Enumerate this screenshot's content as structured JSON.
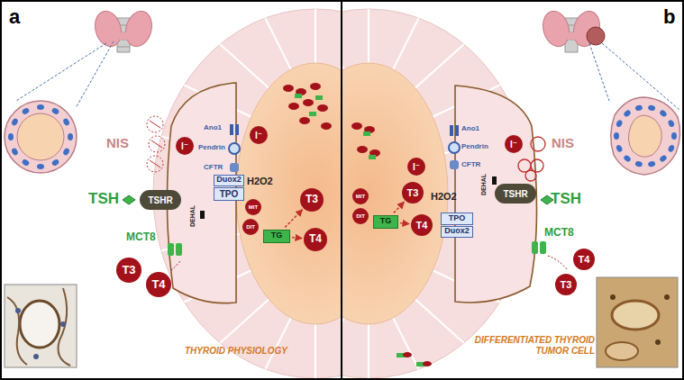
{
  "diagram": {
    "nodes": [
      {
        "text": [
          "TSHR"
        ]
      },
      {
        "text": [
          "Duox2"
        ]
      },
      {
        "text": [
          "TPO"
        ]
      },
      {
        "text": [
          "I⁻"
        ]
      },
      {
        "text": [
          "I⁻"
        ]
      },
      {
        "text": [
          "MIT"
        ]
      },
      {
        "text": [
          "DIT"
        ]
      },
      {
        "text": [
          "TG"
        ]
      },
      {
        "text": [
          "T3"
        ]
      },
      {
        "text": [
          "T4"
        ]
      },
      {
        "text": [
          "T3"
        ]
      },
      {
        "text": [
          "T4"
        ]
      },
      {
        "text": [
          "I⁻"
        ]
      },
      {
        "text": [
          "TSHR"
        ]
      },
      {
        "text": [
          "TPO"
        ]
      },
      {
        "text": [
          "Duox2"
        ]
      },
      {
        "text": [
          "I⁻"
        ]
      },
      {
        "text": [
          "MIT"
        ]
      },
      {
        "text": [
          "DIT"
        ]
      },
      {
        "text": [
          "TG"
        ]
      },
      {
        "text": [
          "T3"
        ]
      },
      {
        "text": [
          "T4"
        ]
      },
      {
        "text": [
          "T4"
        ]
      },
      {
        "text": [
          "T3"
        ]
      }
    ],
    "edges": [
      {
        "from": 7,
        "to": 8,
        "arrow": "to"
      },
      {
        "from": 7,
        "to": 9,
        "arrow": "to"
      },
      {
        "from": 19,
        "to": 20,
        "arrow": "to"
      },
      {
        "from": 19,
        "to": 21,
        "arrow": "to"
      }
    ],
    "labels": [
      "a",
      "NIS",
      "Ano1",
      "Pendrin",
      "CFTR",
      "TSH",
      "DEHAL",
      "H2O2",
      "MCT8",
      "THYROID PHYSIOLOGY",
      "b",
      "NIS",
      "Ano1",
      "Pendrin",
      "CFTR",
      "TSH",
      "DEHAL",
      "H2O2",
      "MCT8",
      "DIFFERENTIATED THYROID TUMOR CELL"
    ]
  }
}
